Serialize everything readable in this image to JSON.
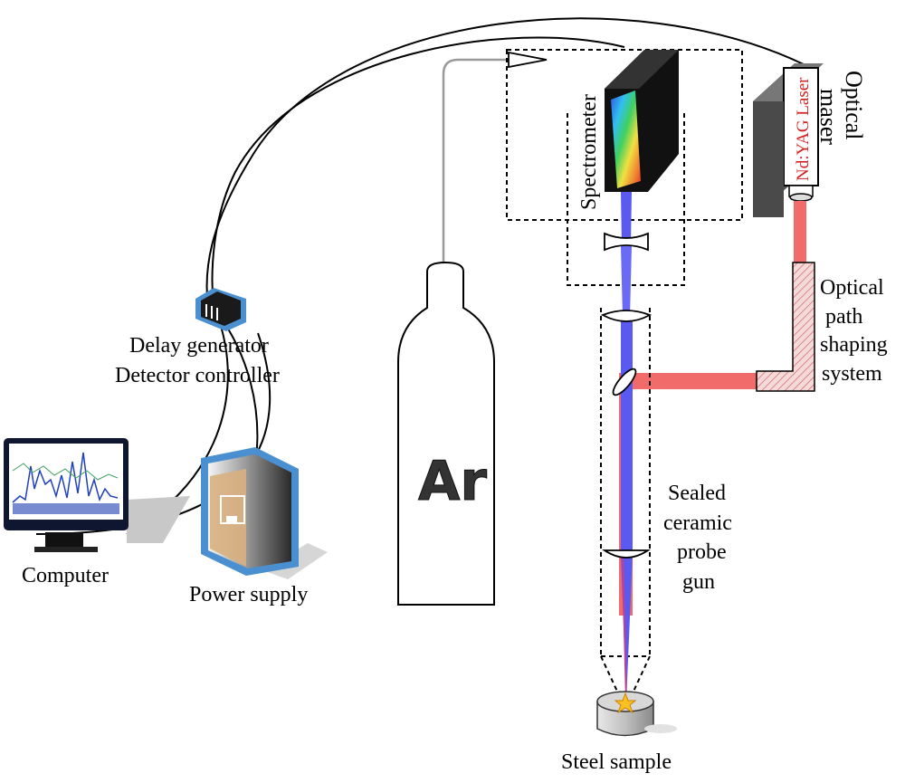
{
  "labels": {
    "spectrometer": "Spectrometer",
    "laser_tag": "Nd:YAG Laser",
    "optical_maser": [
      "Optical",
      "maser"
    ],
    "optical_path": [
      "Optical",
      "path",
      "shaping",
      "system"
    ],
    "delay_generator": [
      "Delay generator",
      "Detector controller"
    ],
    "computer": "Computer",
    "power_supply": "Power supply",
    "gas": "Ar",
    "probe_gun": [
      "Sealed",
      "ceramic",
      "probe",
      "gun"
    ],
    "sample": "Steel sample"
  },
  "colors": {
    "laser_beam": "#f26b6b",
    "plasma_light": "#5a5af0",
    "device_accent": "#4a90d0",
    "hatch": "#c86464"
  },
  "icons": {
    "computer": "monitor-icon",
    "power": "power-supply-icon",
    "delay": "delay-generator-icon",
    "laser": "laser-box-icon",
    "spectrometer": "spectrometer-icon",
    "gas": "gas-cylinder-icon",
    "sample": "steel-sample-icon",
    "spark": "spark-icon"
  }
}
